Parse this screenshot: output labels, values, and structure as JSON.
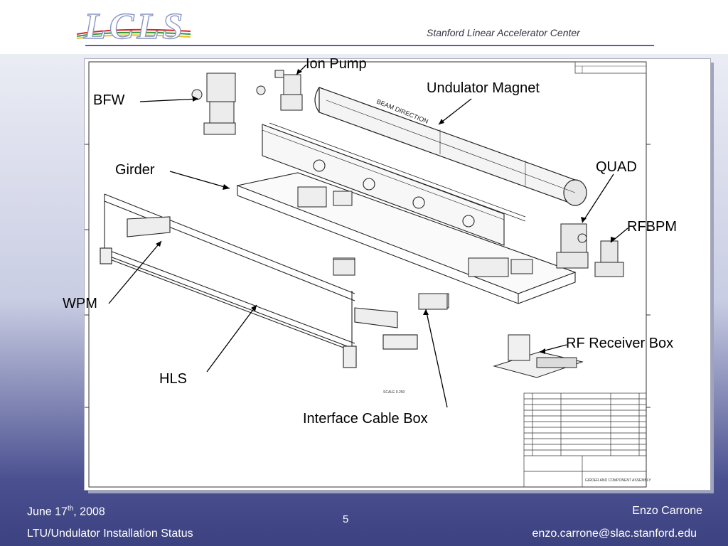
{
  "header": {
    "logo_text": "LCLS",
    "organization": "Stanford Linear Accelerator Center"
  },
  "diagram": {
    "labels": {
      "ion_pump": "Ion Pump",
      "undulator_magnet": "Undulator Magnet",
      "bfw": "BFW",
      "girder": "Girder",
      "quad": "QUAD",
      "rfbpm": "RFBPM",
      "wpm": "WPM",
      "rf_receiver_box": "RF Receiver Box",
      "hls": "HLS",
      "interface_cable_box": "Interface Cable Box"
    },
    "drawing_text": {
      "beam_direction": "BEAM DIRECTION",
      "scale": "SCALE 0.250",
      "title_block": "GIRDER AND COMPONENT ASSEMBLY"
    }
  },
  "footer": {
    "date_prefix": "June 17",
    "date_sup": "th",
    "date_suffix": ", 2008",
    "author": "Enzo Carrone",
    "page_number": "5",
    "subtitle": "LTU/Undulator Installation Status",
    "email": "enzo.carrone@slac.stanford.edu"
  }
}
